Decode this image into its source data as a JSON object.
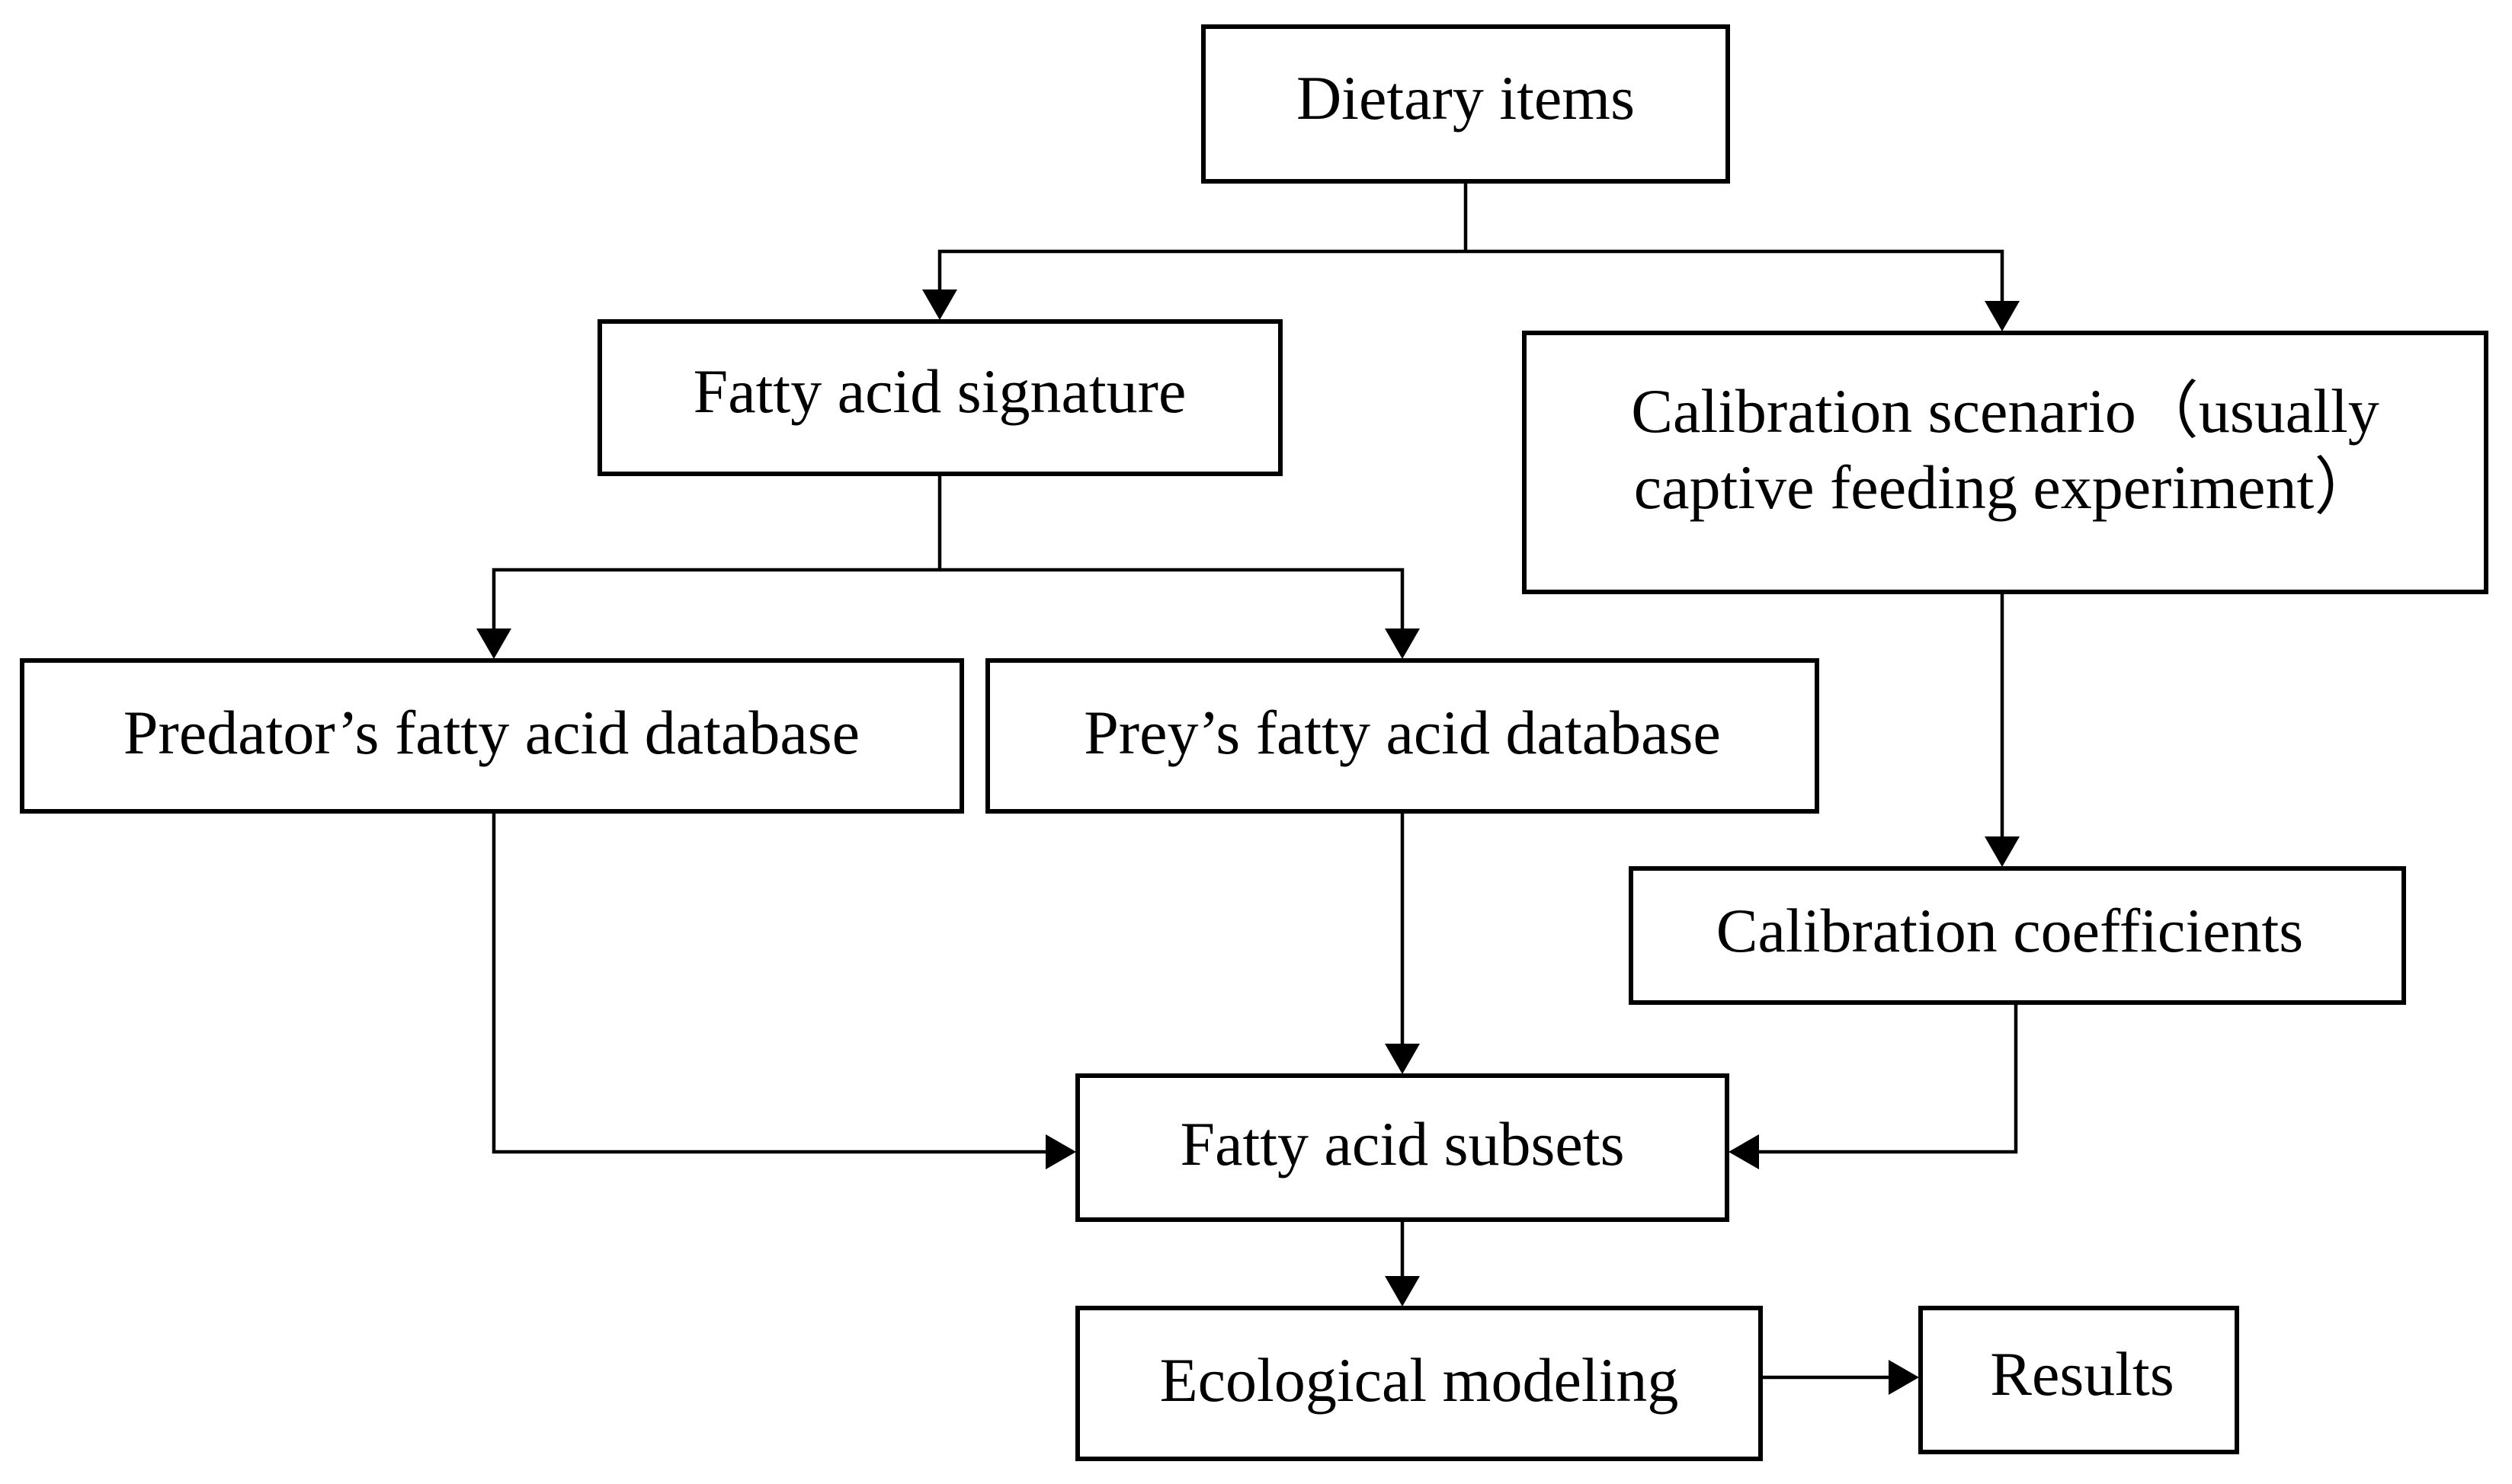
{
  "nodes": {
    "dietary_items": "Dietary items",
    "fatty_acid_signature": "Fatty acid signature",
    "calibration_scenario_line1": "Calibration scenario（usually",
    "calibration_scenario_line2": "captive feeding experiment）",
    "predator_database": "Predator’s fatty acid database",
    "prey_database": "Prey’s fatty acid database",
    "calibration_coefficients": "Calibration coefficients",
    "fatty_acid_subsets": "Fatty acid subsets",
    "ecological_modeling": "Ecological modeling",
    "results": "Results"
  }
}
